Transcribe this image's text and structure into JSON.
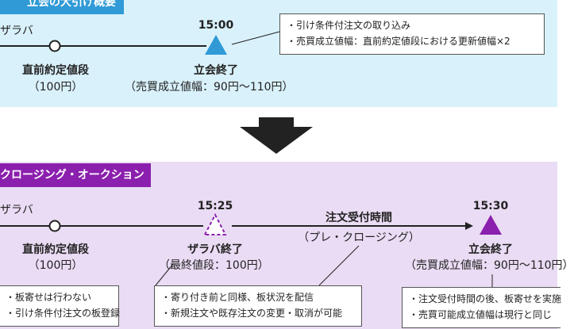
{
  "top": {
    "section_tag": "立会の大引け概要",
    "left_label": "ザラバ",
    "base_price_label": "直前約定値段",
    "base_price_value": "（100円）",
    "close_time": "15:00",
    "close_label": "立会終了",
    "close_range": "（売買成立値幅：90円〜110円）",
    "note_lines": [
      "・引け条件付注文の取り込み",
      "・売買成立値幅：直前約定値段における更新値幅×2"
    ]
  },
  "bottom": {
    "section_tag": "クロージング・オークション",
    "left_label": "ザラバ",
    "base_price_label": "直前約定値段",
    "base_price_value": "（100円）",
    "zaraba_end_time": "15:25",
    "zaraba_end_label": "ザラバ終了",
    "zaraba_end_price": "（最終値段：100円）",
    "order_period_label": "注文受付時間",
    "order_period_sub": "（プレ・クロージング）",
    "close_time": "15:30",
    "close_label": "立会終了",
    "close_range": "（売買成立値幅：90円〜110円）",
    "note_left_lines": [
      "・板寄せは行わない",
      "・引け条件付注文の板登録"
    ],
    "note_mid_lines": [
      "・寄り付き前と同様、板状況を配信",
      "・新規注文や既存注文の変更・取消が可能"
    ],
    "note_right_lines": [
      "・注文受付時間の後、板寄せを実施",
      "・売買可能成立値幅は現行と同じ"
    ]
  },
  "colors": {
    "top_bg": "#d9f1fb",
    "top_accent": "#2f9ad6",
    "bottom_bg": "#eadcf4",
    "bottom_accent": "#8b1fae",
    "arrow": "#222222"
  }
}
